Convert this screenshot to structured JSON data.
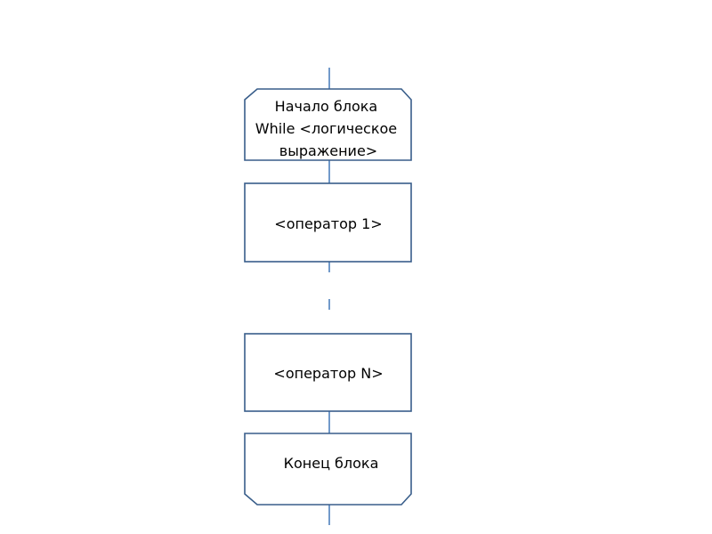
{
  "diagram": {
    "start_block": {
      "lines": [
        "Начало блока",
        "While <логическое",
        "выражение>"
      ]
    },
    "operator_1": {
      "label": "<оператор 1>"
    },
    "operator_n": {
      "label": "<оператор N>"
    },
    "end_block": {
      "label": "Конец блока"
    },
    "colors": {
      "stroke": "#385d8a",
      "connector": "#4f81bd",
      "fill": "#ffffff",
      "text": "#000000"
    }
  }
}
